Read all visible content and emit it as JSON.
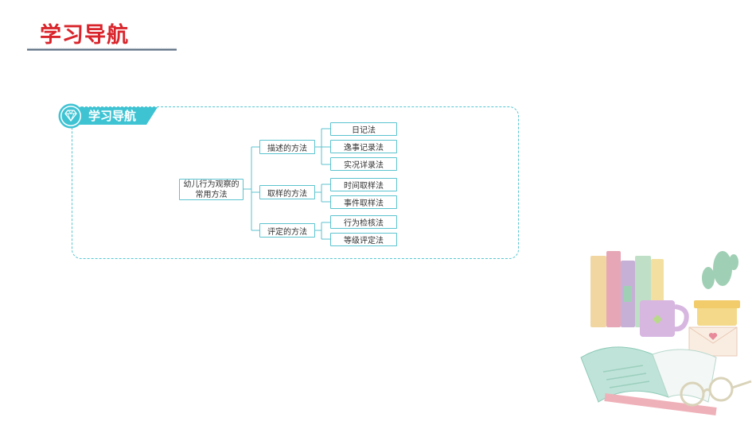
{
  "slide": {
    "title": "学习导航"
  },
  "panel": {
    "tab_label": "学习导航",
    "tab_icon": "diamond-icon",
    "accent_color": "#3ec3d3"
  },
  "mindmap": {
    "root": {
      "line1": "幼儿行为观察的",
      "line2": "常用方法"
    },
    "branches": [
      {
        "label": "描述的方法",
        "children": [
          "日记法",
          "逸事记录法",
          "实况详录法"
        ]
      },
      {
        "label": "取样的方法",
        "children": [
          "时间取样法",
          "事件取样法"
        ]
      },
      {
        "label": "评定的方法",
        "children": [
          "行为检核法",
          "等级评定法"
        ]
      }
    ]
  },
  "colors": {
    "title": "#d9242b",
    "border": "#56c6d2"
  }
}
